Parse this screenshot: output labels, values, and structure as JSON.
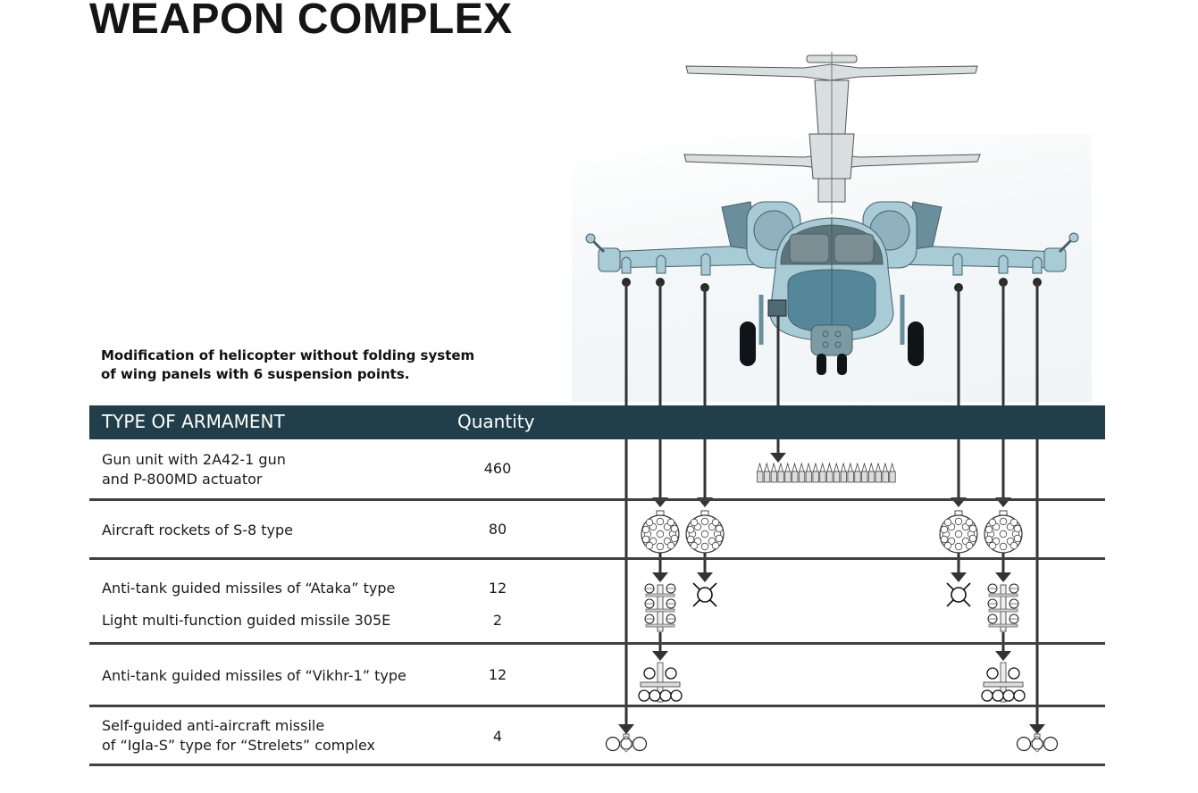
{
  "title": "WEAPON COMPLEX",
  "subtitle": "Modification of helicopter without folding system of wing panels with 6 suspension points.",
  "subtitle_lines": [
    "Modification of helicopter without folding system",
    "of wing panels with 6 suspension points."
  ],
  "table": {
    "header": {
      "type": "TYPE OF ARMAMENT",
      "quantity": "Quantity"
    },
    "header_color": "#213e4a",
    "rows": [
      {
        "label_lines": [
          "Gun unit with 2A42-1 gun",
          "and P-800MD actuator"
        ],
        "quantity": "460",
        "icon": "ammo-belt-icon"
      },
      {
        "label_lines": [
          "Aircraft rockets of S-8 type"
        ],
        "quantity": "80",
        "icon": "rocket-pod-icon"
      },
      {
        "label_lines": [
          "Anti-tank guided missiles of “Ataka” type"
        ],
        "quantity": "12",
        "icon": "ataka-launcher-icon"
      },
      {
        "label_lines": [
          "Light multi-function guided missile 305E"
        ],
        "quantity": "2",
        "icon": "missile-305e-icon"
      },
      {
        "label_lines": [
          "Anti-tank guided missiles of “Vikhr-1” type"
        ],
        "quantity": "12",
        "icon": "vikhr-launcher-icon"
      },
      {
        "label_lines": [
          "Self-guided anti-aircraft missile",
          "of “Igla-S” type for “Strelets” complex"
        ],
        "quantity": "4",
        "icon": "igla-launcher-icon"
      }
    ]
  },
  "illustration": {
    "subject": "helicopter-front-view",
    "colors": {
      "body": "#a9cbd6",
      "body_dark": "#6a8e9c",
      "rotor": "#d9dedf",
      "nose": "#55879a",
      "tire": "#0e1418",
      "line": "#333333"
    }
  }
}
